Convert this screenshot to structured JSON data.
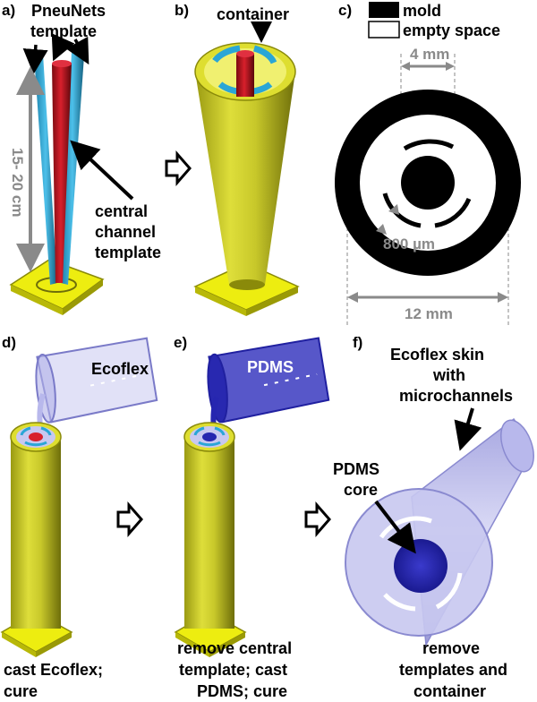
{
  "panels": {
    "a": {
      "letter": "a)",
      "label_line1": "PneuNets",
      "label_line2": "template",
      "dimension": "15- 20 cm",
      "central_line1": "central",
      "central_line2": "channel",
      "central_line3": "template"
    },
    "b": {
      "letter": "b)",
      "container": "container"
    },
    "c": {
      "letter": "c)",
      "legend_mold": "mold",
      "legend_empty": "empty space",
      "dim_4mm": "4 mm",
      "dim_800": "800 µm",
      "dim_12mm": "12 mm"
    },
    "d": {
      "letter": "d)",
      "beaker": "Ecoflex",
      "caption_line1": "cast Ecoflex;",
      "caption_line2": "cure"
    },
    "e": {
      "letter": "e)",
      "beaker": "PDMS",
      "caption_line1": "remove central",
      "caption_line2": "template; cast",
      "caption_line3": "PDMS; cure"
    },
    "f": {
      "letter": "f)",
      "skin_line1": "Ecoflex skin",
      "skin_line2": "with",
      "skin_line3": "microchannels",
      "core_line1": "PDMS",
      "core_line2": "core",
      "caption_line1": "remove",
      "caption_line2": "templates and",
      "caption_line3": "container"
    }
  },
  "colors": {
    "container": "#d6d630",
    "base": "#eded10",
    "cyan": "#2aa6d6",
    "red": "#c8101e",
    "pdms": "#2626b0",
    "ecoflex": "#b8b8ec",
    "gray": "#8a8a8a"
  }
}
